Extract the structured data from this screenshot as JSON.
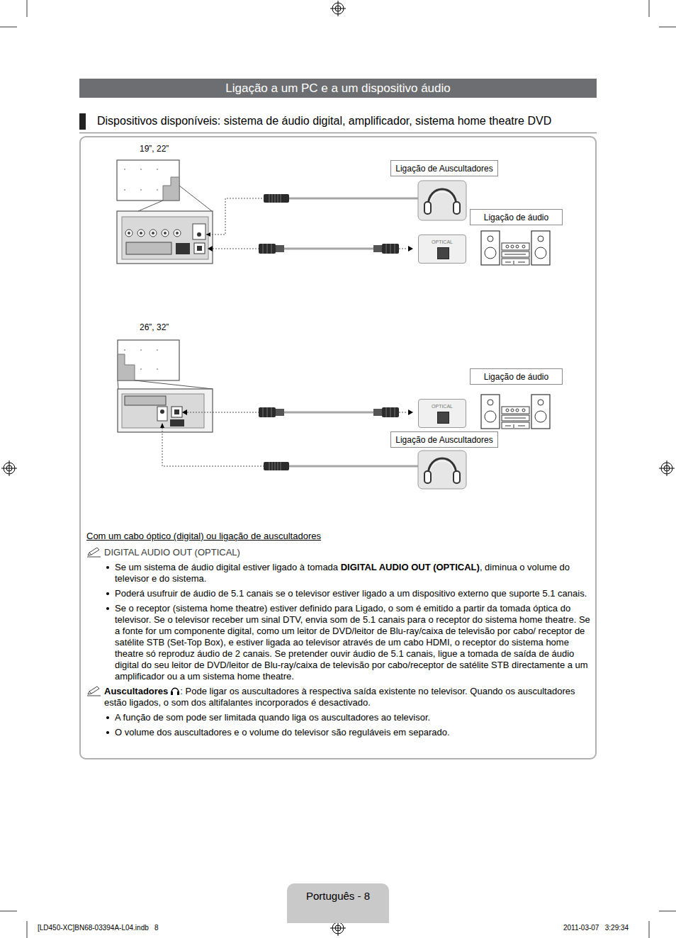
{
  "diagram": {
    "title": "Ligação a um PC e a um dispositivo áudio",
    "nodes": [
      {
        "text": [
          "Ligação de Auscultadores"
        ]
      },
      {
        "text": [
          "Ligação de áudio"
        ]
      },
      {
        "text": [
          "OPTICAL"
        ]
      },
      {
        "text": [
          "Ligação de áudio"
        ]
      },
      {
        "text": [
          "OPTICAL"
        ]
      },
      {
        "text": [
          "Ligação de Auscultadores"
        ]
      },
      {
        "text": [
          "Português - 8"
        ]
      }
    ],
    "labels": [
      "Dispositivos disponíveis: sistema de áudio digital, amplificador, sistema home theatre DVD",
      "19”, 22”",
      "26”, 32”",
      "Com um cabo óptico (digital) ou ligação de auscultadores",
      "DIGITAL AUDIO OUT (OPTICAL)",
      "Se um sistema de áudio digital estiver ligado à tomada",
      "DIGITAL AUDIO OUT (OPTICAL)",
      ", diminua o volume do televisor e do sistema.",
      "Poderá usufruir de áudio de 5.1 canais se o televisor estiver ligado a um dispositivo externo que suporte 5.1 canais.",
      "Se o receptor (sistema home theatre) estiver definido para Ligado, o som é emitido a partir da tomada óptica do televisor. Se o televisor receber um sinal DTV, envia som de 5.1 canais para o receptor do sistema home theatre. Se a fonte for um componente digital, como um leitor de DVD/leitor de Blu-ray/caixa de televisão por cabo/ receptor de satélite STB (Set-Top Box), e estiver ligada ao televisor através de um cabo HDMI, o receptor do sistema home theatre só reproduz áudio de 2 canais. Se pretender ouvir áudio de 5.1 canais, ligue a tomada de saída de áudio digital do seu leitor de DVD/leitor de Blu-ray/caixa de televisão por cabo/receptor de satélite STB directamente a um amplificador ou a um sistema home theatre.",
      "Auscultadores",
      ": Pode ligar os auscultadores à respectiva saída existente no televisor. Quando os auscultadores estão ligados, o som dos altifalantes incorporados é desactivado.",
      "A função de som pode ser limitada quando liga os auscultadores ao televisor.",
      "O volume dos auscultadores e o volume do televisor são reguláveis em separado.",
      "[LD450-XC]BN68-03394A-L04.indb   8",
      "2011-03-07   3:29:34"
    ]
  }
}
